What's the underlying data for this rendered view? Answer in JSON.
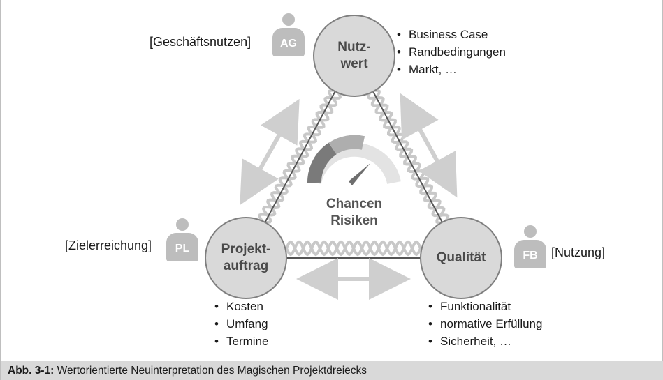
{
  "nodes": {
    "top": {
      "label_line1": "Nutz-",
      "label_line2": "wert"
    },
    "left": {
      "label_line1": "Projekt-",
      "label_line2": "auftrag"
    },
    "right": {
      "label_line1": "Qualität"
    }
  },
  "roles": {
    "top": {
      "bracket_text": "[Geschäftsnutzen]",
      "badge": "AG"
    },
    "left": {
      "bracket_text": "[Zielerreichung]",
      "badge": "PL"
    },
    "right": {
      "bracket_text": "[Nutzung]",
      "badge": "FB"
    }
  },
  "bullets": {
    "top": [
      "Business Case",
      "Randbedingungen",
      "Markt, …"
    ],
    "left": [
      "Kosten",
      "Umfang",
      "Termine"
    ],
    "right": [
      "Funktionalität",
      "normative Erfüllung",
      "Sicherheit, …"
    ]
  },
  "center": {
    "line1": "Chancen",
    "line2": "Risiken"
  },
  "caption": {
    "label": "Abb. 3-1:",
    "text": " Wertorientierte Neuinterpretation des Magischen Projektdreiecks"
  },
  "colors": {
    "node_fill": "#d9d9d9",
    "node_stroke": "#7f7f7f",
    "edge": "#555555",
    "helix": "#c8c8c8",
    "arrow": "#cfcfcf",
    "badge": "#bdbdbd",
    "caption_bg": "#d9d9d9"
  }
}
